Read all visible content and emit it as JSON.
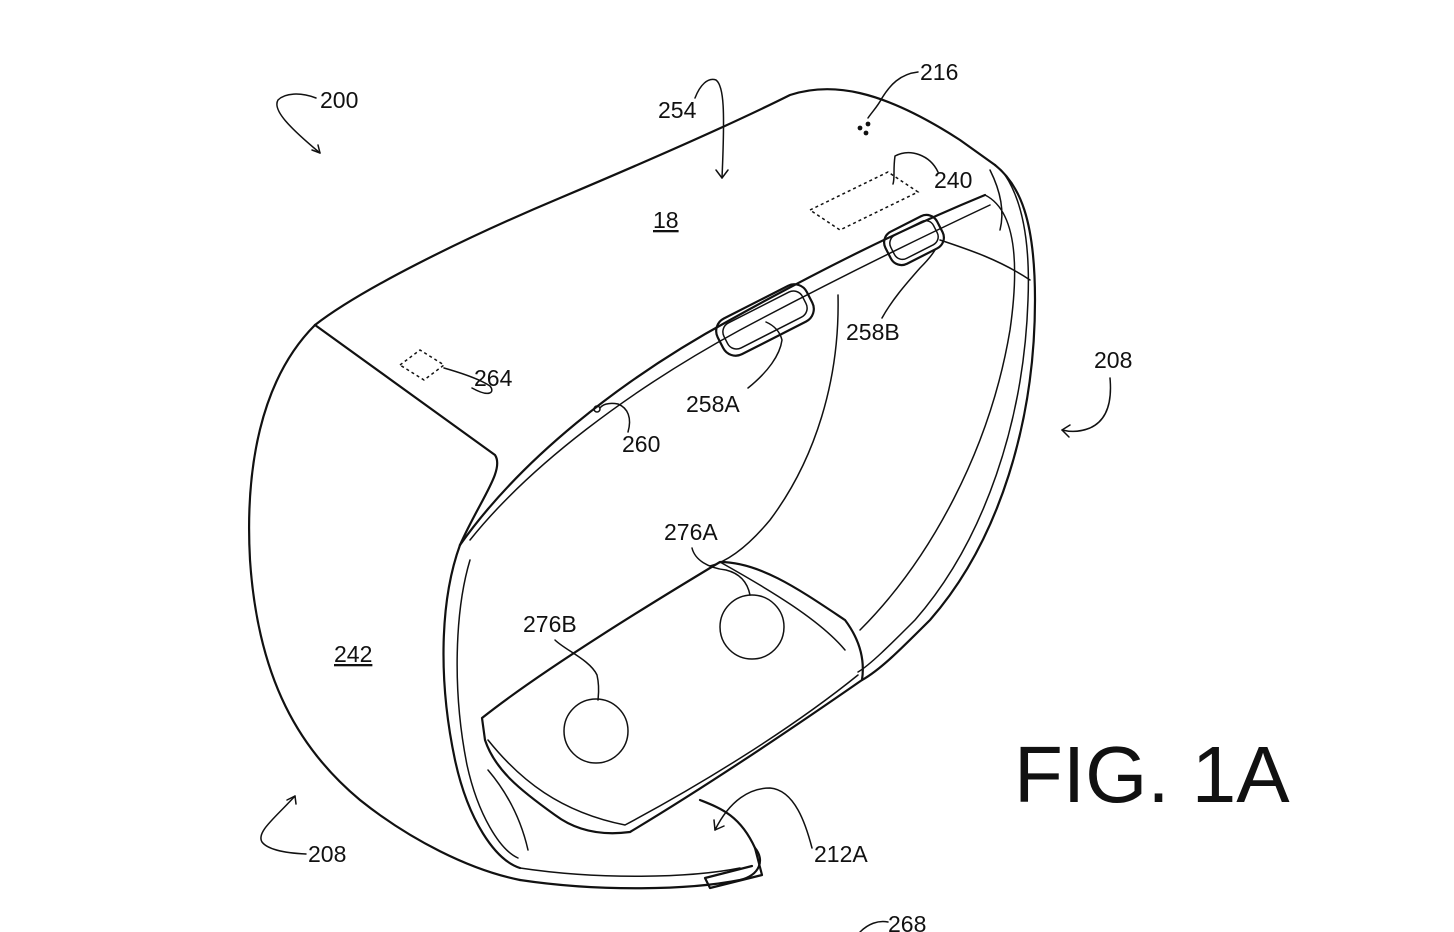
{
  "figure": {
    "title": "FIG. 1A",
    "labels": {
      "l200": "200",
      "l216": "216",
      "l254": "254",
      "l240": "240",
      "l18": "18",
      "l258a": "258A",
      "l258b": "258B",
      "l264": "264",
      "l260": "260",
      "l208_right": "208",
      "l208_left": "208",
      "l276a": "276A",
      "l276b": "276B",
      "l242": "242",
      "l212a": "212A",
      "l268": "268"
    }
  }
}
